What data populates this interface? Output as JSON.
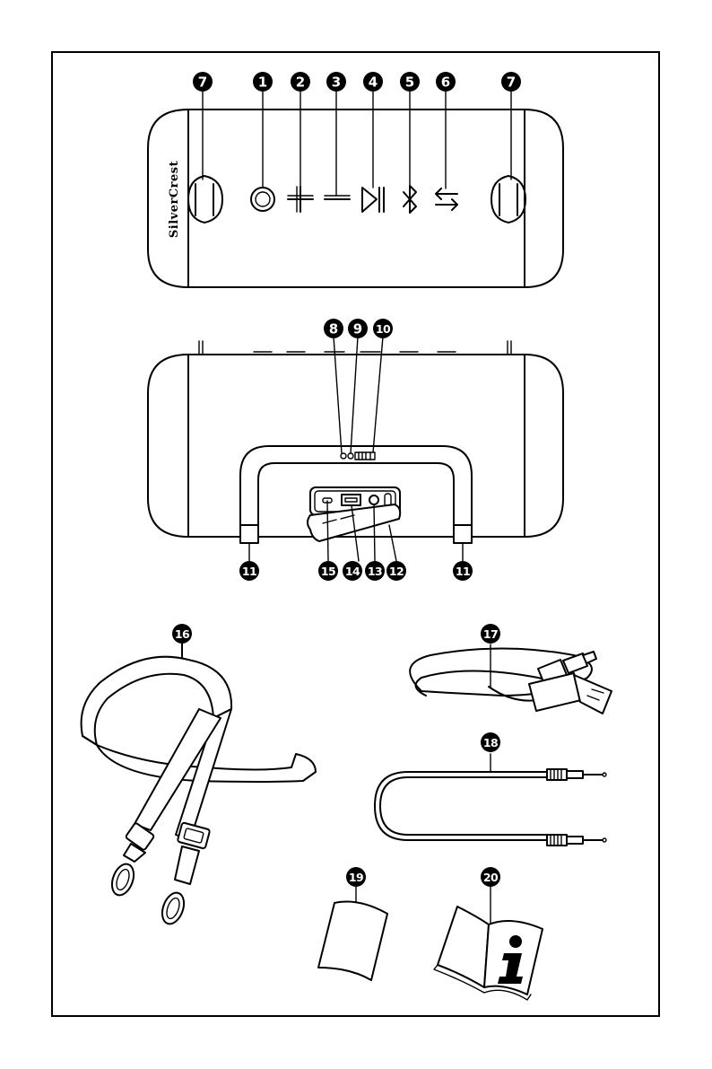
{
  "figure": {
    "brand_text": "SilverCrest",
    "callouts": {
      "top_strap_loop_left": "7",
      "power_button": "1",
      "volume_up_button": "2",
      "volume_down_button": "3",
      "play_pause_button": "4",
      "bluetooth_button": "5",
      "mode_button": "6",
      "top_strap_loop_right": "7",
      "status_led_1": "8",
      "status_led_2": "9",
      "battery_led_bar": "10",
      "foot_left": "11",
      "foot_right": "11",
      "port_cover": "12",
      "aux_in_port": "13",
      "usb_a_port": "14",
      "micro_usb_port": "15",
      "carrying_strap": "16",
      "usb_cable": "17",
      "aux_cable": "18",
      "quick_start_guide": "19",
      "user_manual": "20"
    },
    "icons": {
      "power": "power-icon",
      "plus": "plus-icon",
      "minus": "minus-icon",
      "play_pause": "play-pause-icon",
      "bluetooth": "bluetooth-icon",
      "mode": "mode-icon",
      "info": "info-icon"
    }
  }
}
